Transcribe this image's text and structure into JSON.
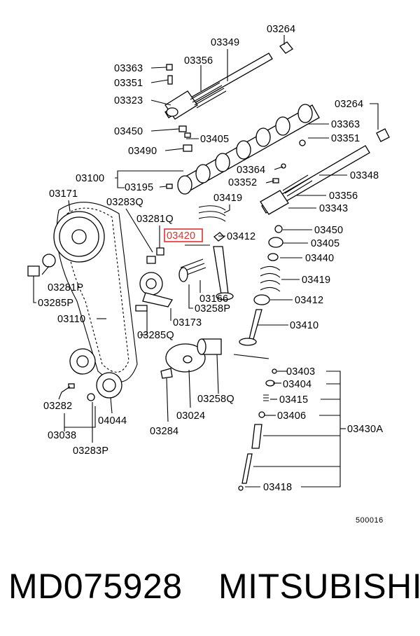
{
  "highlight": {
    "color": "#e03030",
    "label_index": 20
  },
  "labels": [
    "03264",
    "03349",
    "03363",
    "03356",
    "03351",
    "03323",
    "03264",
    "03363",
    "03450",
    "03405",
    "03351",
    "03490",
    "03364",
    "03348",
    "03100",
    "03352",
    "03195",
    "03356",
    "03171",
    "03419",
    "03420",
    "03283Q",
    "03343",
    "03281Q",
    "03412",
    "03450",
    "03405",
    "03440",
    "03281P",
    "03419",
    "03166",
    "03285P",
    "03258P",
    "03412",
    "03110",
    "03173",
    "03410",
    "03285Q",
    "03403",
    "03404",
    "03415",
    "03406",
    "03430A",
    "03282",
    "04044",
    "03024",
    "03258Q",
    "03038",
    "03284",
    "03283P",
    "03418"
  ],
  "diagram_code": "500016",
  "footer": {
    "part_number": "MD075928",
    "brand": "MITSUBISHI"
  }
}
